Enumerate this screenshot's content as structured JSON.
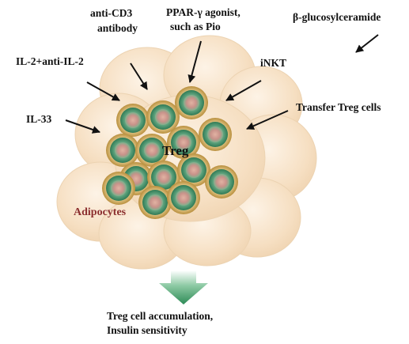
{
  "labels": {
    "anti_cd3_line1": "anti-CD3",
    "anti_cd3_line2": "antibody",
    "ppar_line1": "PPAR-γ agonist,",
    "ppar_line2": "such as Pio",
    "glucosylceramide": "β-glucosylceramide",
    "il2": "IL-2+anti-IL-2",
    "inkt": "iNKT",
    "transfer_treg": "Transfer Treg cells",
    "il33": "IL-33",
    "treg": "Treg",
    "adipocytes": "Adipocytes",
    "outcome_line1": "Treg cell accumulation,",
    "outcome_line2": "Insulin sensitivity"
  },
  "colors": {
    "adipocyte_fill": "#f6dfc2",
    "adipocyte_edge": "#ead0ad",
    "treg_outer": "#d7b96a",
    "treg_ring": "#4f9a6e",
    "treg_core": "#c78d7c",
    "arrow": "#111111",
    "down_arrow_top": "#ffffff",
    "down_arrow_bottom": "#2e8b57",
    "adipocytes_text": "#8b2e2e"
  },
  "icons": {
    "down_arrow": "green-gradient-down-arrow",
    "pointer_arrows": "black-line-arrows"
  }
}
